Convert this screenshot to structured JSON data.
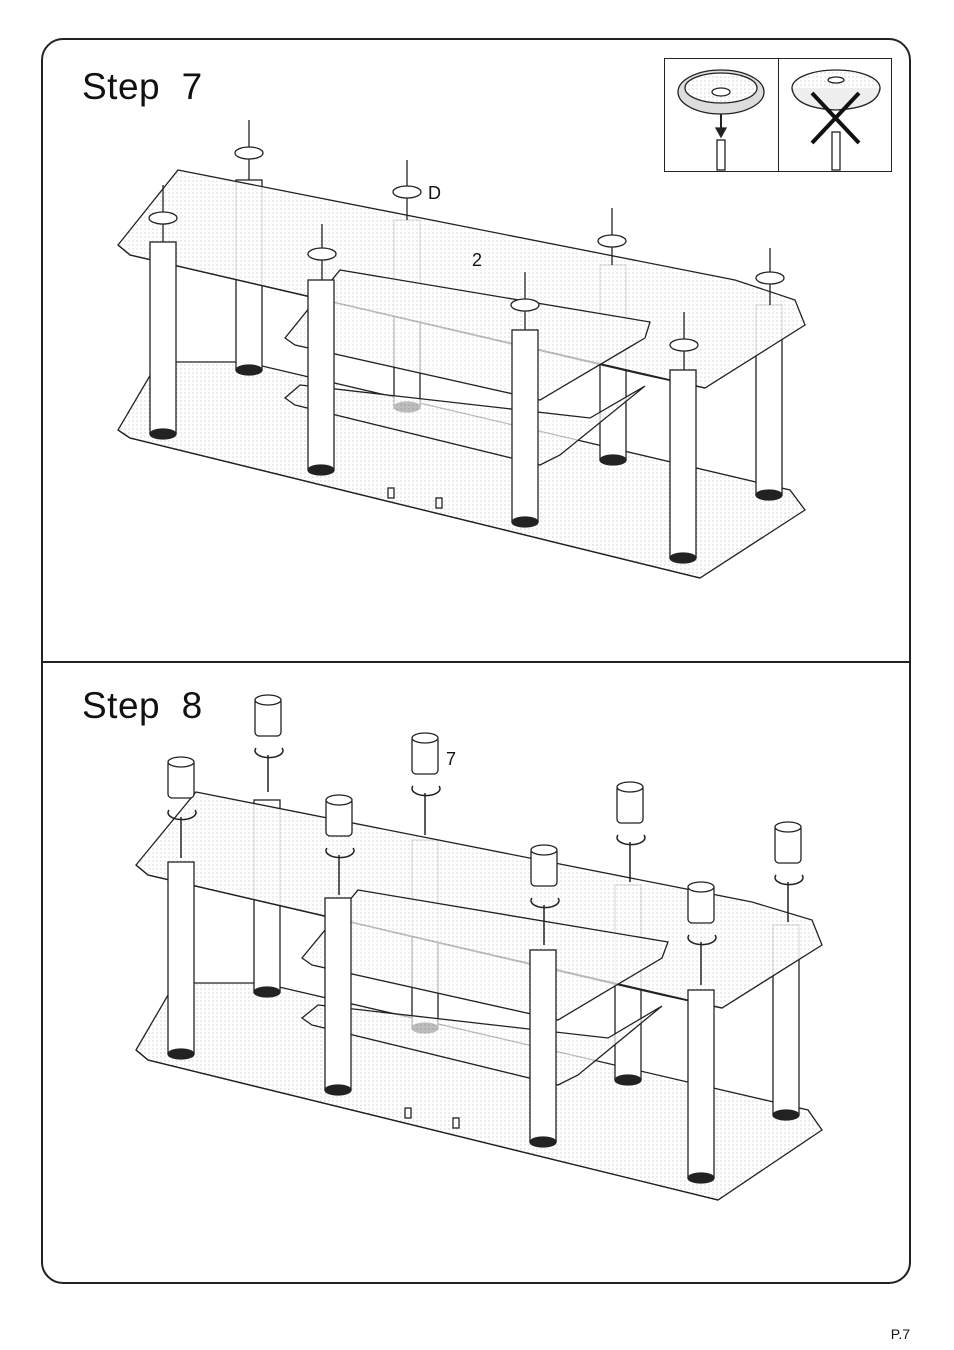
{
  "steps": [
    {
      "title": "Step  7",
      "part_labels": {
        "washer": "D",
        "shelf": "2"
      }
    },
    {
      "title": "Step  8",
      "part_labels": {
        "cap": "7"
      }
    }
  ],
  "page_number": "P.7"
}
